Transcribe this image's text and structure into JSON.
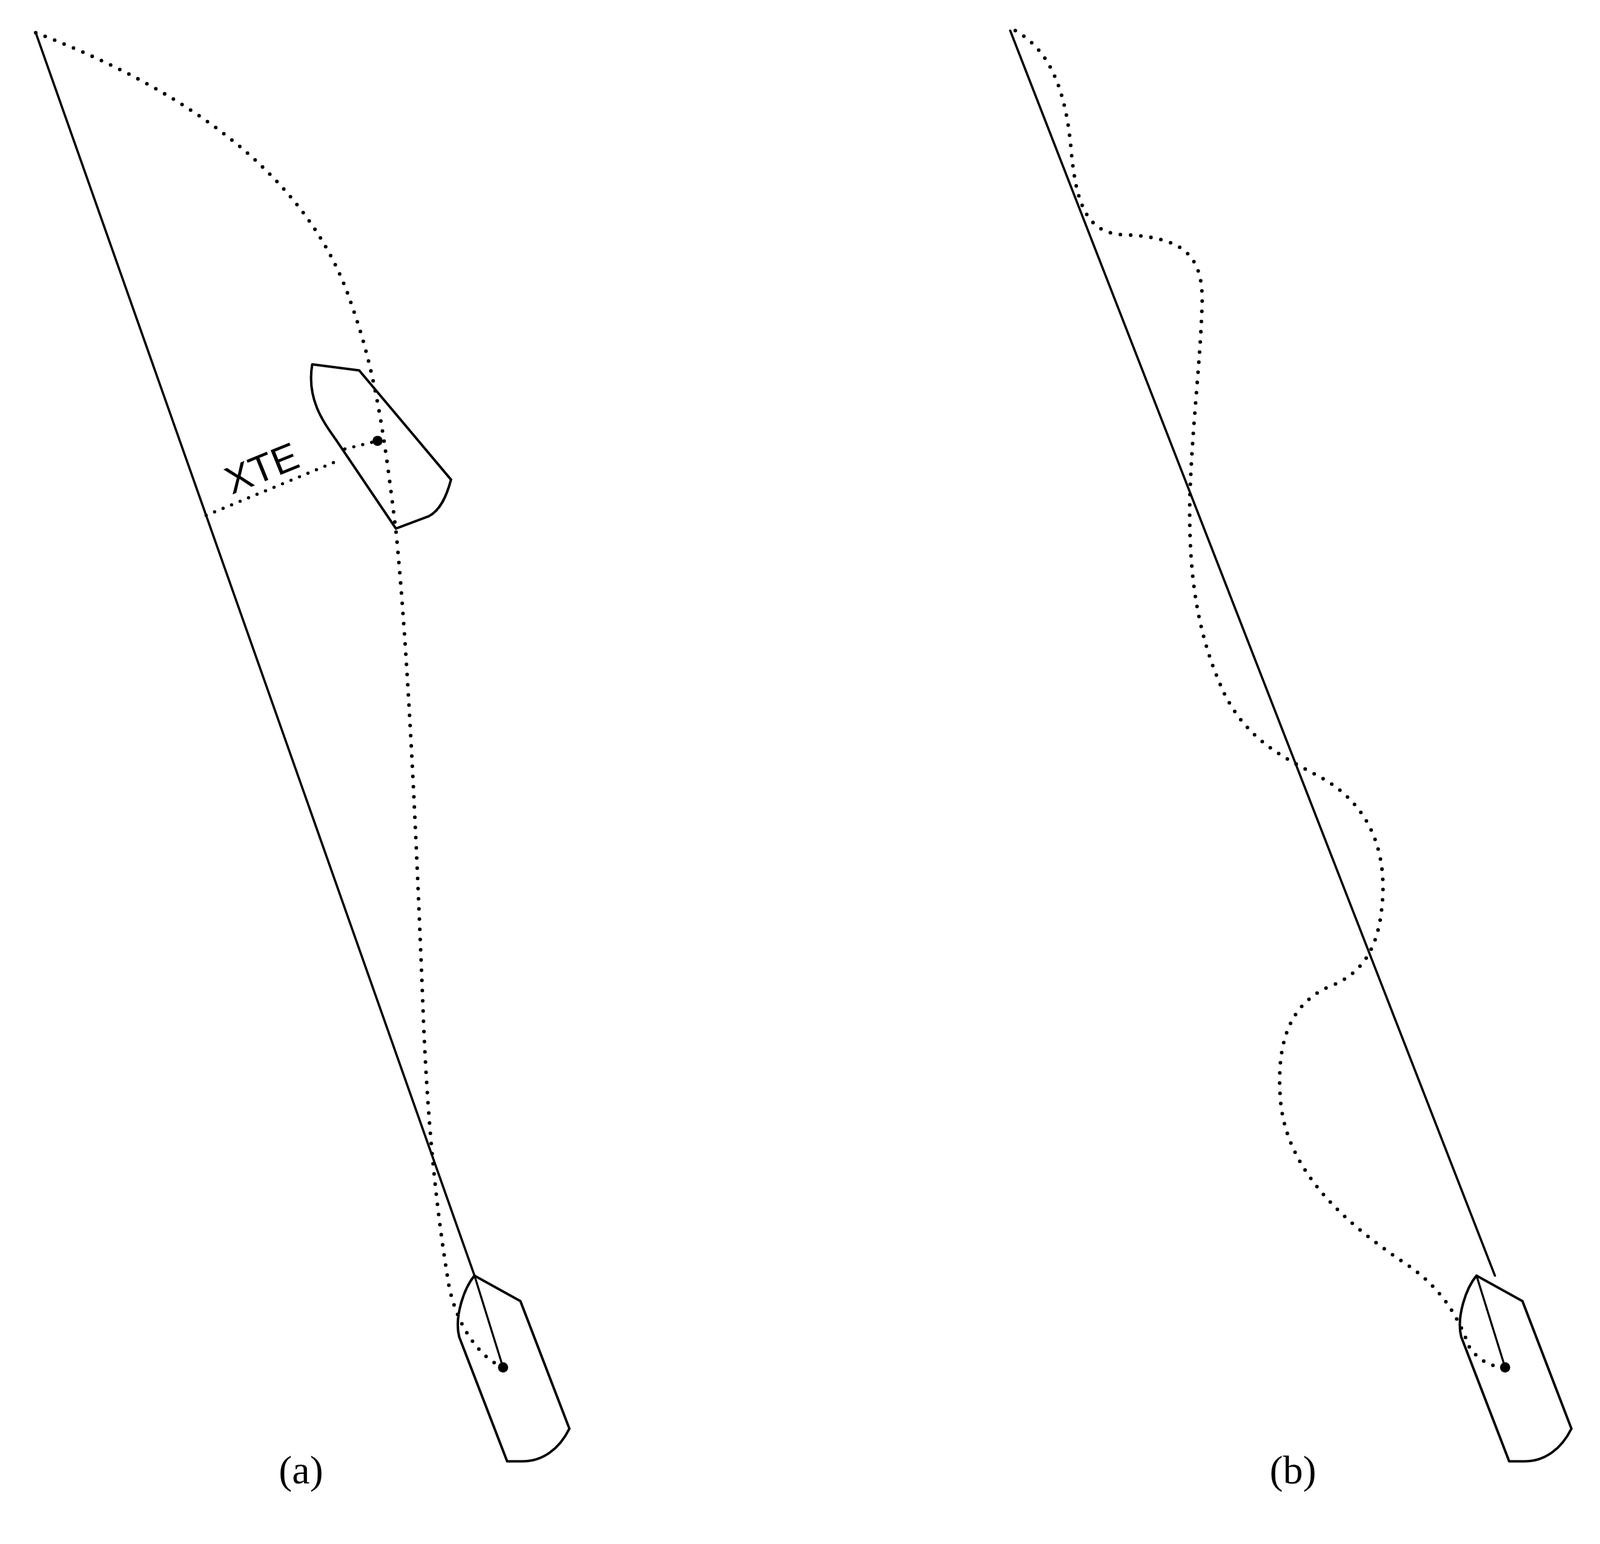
{
  "diagram": {
    "labels": [
      "XTE",
      "(a)",
      "(b)"
    ]
  }
}
